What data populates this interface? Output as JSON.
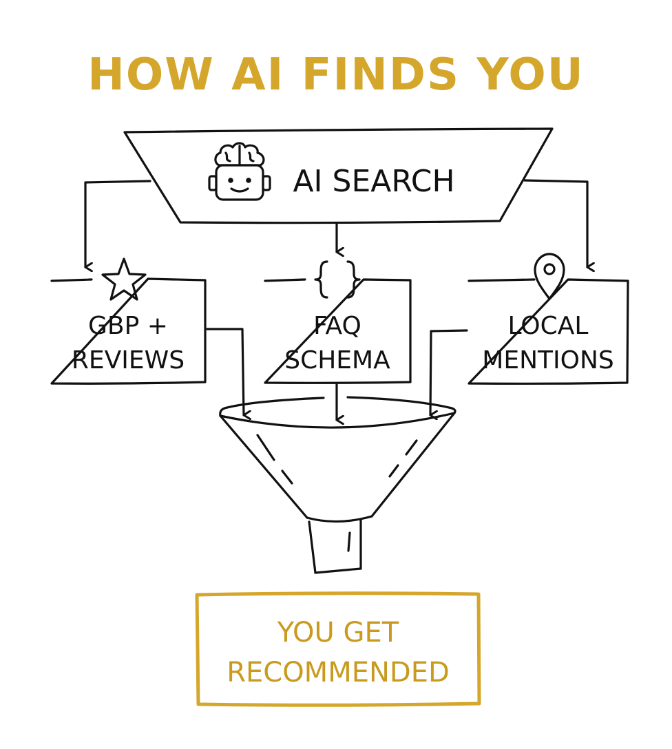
{
  "title": "HOW AI FINDS YOU",
  "search": {
    "label": "AI SEARCH",
    "icon": "robot-brain-icon"
  },
  "sources": [
    {
      "line1": "GBP +",
      "line2": "REVIEWS",
      "icon": "star-icon"
    },
    {
      "line1": "FAQ",
      "line2": "SCHEMA",
      "icon": "curly-braces-icon"
    },
    {
      "line1": "LOCAL",
      "line2": "MENTIONS",
      "icon": "map-pin-icon"
    }
  ],
  "funnel": {
    "icon": "funnel-icon"
  },
  "result": {
    "line1": "YOU GET",
    "line2": "RECOMMENDED"
  },
  "colors": {
    "accent": "#d4a72c",
    "ink": "#111111",
    "background": "#ffffff"
  }
}
